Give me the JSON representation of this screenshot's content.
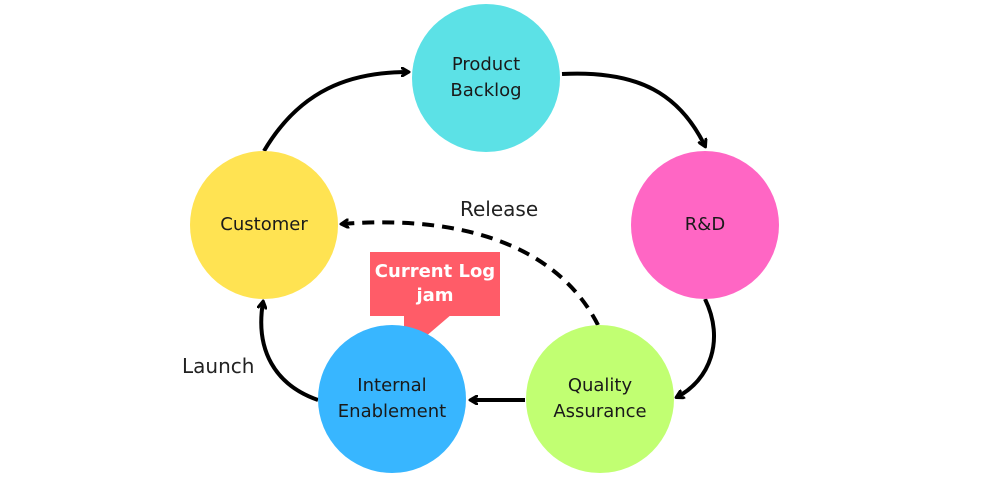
{
  "nodes": {
    "product_backlog": {
      "label": "Product\nBacklog",
      "color": "#5ce1e6"
    },
    "rd": {
      "label": "R&D",
      "color": "#ff66c4"
    },
    "customer": {
      "label": "Customer",
      "color": "#ffe352"
    },
    "internal_enablement": {
      "label": "Internal\nEnablement",
      "color": "#38b6ff"
    },
    "quality_assurance": {
      "label": "Quality\nAssurance",
      "color": "#c1ff72"
    }
  },
  "edge_labels": {
    "release": "Release",
    "launch": "Launch"
  },
  "callout": {
    "text": "Current Log\njam",
    "color": "#ff5c68"
  },
  "edges": [
    {
      "from": "Customer",
      "to": "Product Backlog",
      "style": "solid"
    },
    {
      "from": "Product Backlog",
      "to": "R&D",
      "style": "solid"
    },
    {
      "from": "R&D",
      "to": "Quality Assurance",
      "style": "solid"
    },
    {
      "from": "Quality Assurance",
      "to": "Internal Enablement",
      "style": "solid"
    },
    {
      "from": "Internal Enablement",
      "to": "Customer",
      "style": "solid"
    },
    {
      "from": "Quality Assurance",
      "to": "Customer",
      "style": "dashed"
    }
  ]
}
